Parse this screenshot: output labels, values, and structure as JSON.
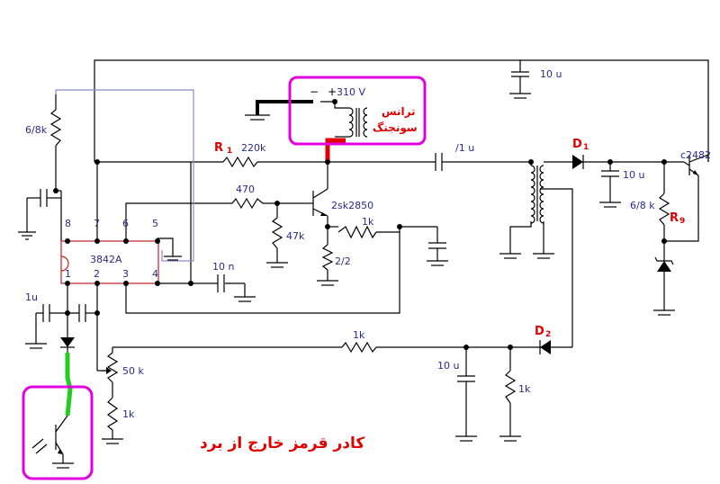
{
  "ic": {
    "name": "3842A",
    "pins_top": [
      "8",
      "7",
      "6",
      "5"
    ],
    "pins_bottom": [
      "1",
      "2",
      "3",
      "4"
    ]
  },
  "transistor_q1": {
    "name": "2sk2850"
  },
  "transistor_q2": {
    "name": "c2482"
  },
  "supply": {
    "minus": "−",
    "plus": "+",
    "voltage": "310 V"
  },
  "transformer_hv": {
    "label_line1": "ترانس",
    "label_line2": "سونجنگ"
  },
  "resistors": {
    "r_6k8_left": "6/8k",
    "r1_name": "R",
    "r1_sub": "1",
    "r1_value": "220k",
    "r_gate": "470",
    "r_47k": "47k",
    "r_source": "2/2",
    "r_sense": "1k",
    "r_fb": "1k",
    "r_pot": "50 k",
    "r_pot_low": "1k",
    "r_out_low": "1k",
    "r_6k8_right": "6/8 k",
    "r9_name": "R",
    "r9_sub": "9"
  },
  "capacitors": {
    "c_top": "10 u",
    "c_coupling": "/1 u",
    "c_d1": "10 u",
    "c_10n": "10 n",
    "c_1u": "1u",
    "c_fb": "10 u"
  },
  "diodes": {
    "d1_name": "D",
    "d1_sub": "1",
    "d2_name": "D",
    "d2_sub": "2"
  },
  "note": {
    "text": "کادر  قرمز  خارج از برد"
  },
  "colors": {
    "highlight_box": "#e000e0",
    "red_wire": "#e00000",
    "green_wire": "#22cc22",
    "feedback_wire": "#8a8ad0"
  }
}
